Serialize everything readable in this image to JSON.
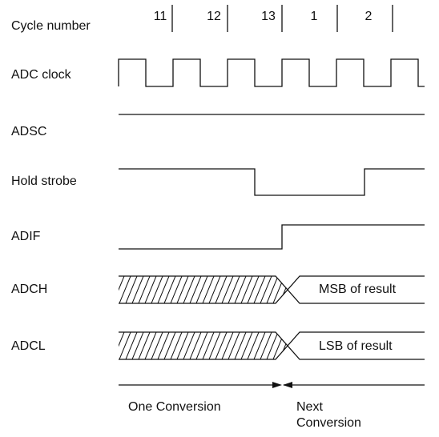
{
  "signals": {
    "cycle_number": "Cycle number",
    "adc_clock": "ADC clock",
    "adsc": "ADSC",
    "hold_strobe": "Hold strobe",
    "adif": "ADIF",
    "adch": "ADCH",
    "adcl": "ADCL"
  },
  "cycles": [
    "11",
    "12",
    "13",
    "1",
    "2"
  ],
  "bus_values": {
    "adch": "MSB of result",
    "adcl": "LSB of result"
  },
  "footer": {
    "one_conversion": "One Conversion",
    "next_conversion_line1": "Next",
    "next_conversion_line2": "Conversion"
  },
  "colors": {
    "line": "#111111",
    "background": "#ffffff"
  }
}
